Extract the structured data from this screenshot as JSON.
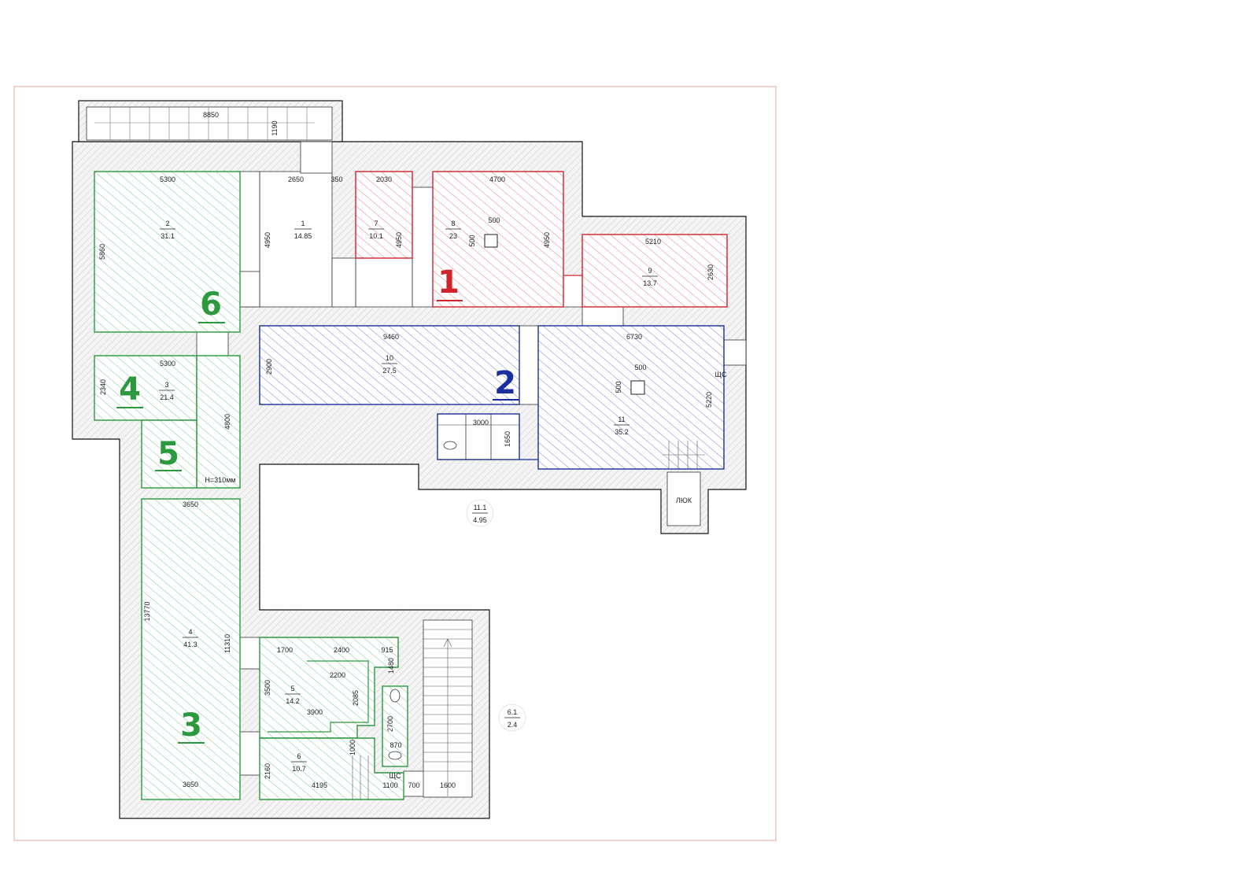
{
  "colors": {
    "zone_red": "#d0232a",
    "zone_blue": "#1b2ea0",
    "zone_green": "#2b9a3e",
    "frame": "#e8a69a"
  },
  "zones": [
    {
      "label": "1",
      "color": "#d0232a"
    },
    {
      "label": "2",
      "color": "#1b2ea0"
    },
    {
      "label": "3",
      "color": "#2b9a3e"
    },
    {
      "label": "4",
      "color": "#2b9a3e"
    },
    {
      "label": "5",
      "color": "#2b9a3e"
    },
    {
      "label": "6",
      "color": "#2b9a3e"
    }
  ],
  "rooms": [
    {
      "num": "1",
      "area": "14.85"
    },
    {
      "num": "2",
      "area": "31.1"
    },
    {
      "num": "3",
      "area": "21.4"
    },
    {
      "num": "4",
      "area": "41.3"
    },
    {
      "num": "5",
      "area": "14.2"
    },
    {
      "num": "6",
      "area": "10.7"
    },
    {
      "num": "7",
      "area": "10.1"
    },
    {
      "num": "8",
      "area": "23"
    },
    {
      "num": "9",
      "area": "13.7"
    },
    {
      "num": "10",
      "area": "27.5"
    },
    {
      "num": "11",
      "area": "35.2"
    },
    {
      "num": "11.1",
      "area": "4.95"
    },
    {
      "num": "6.1",
      "area": "2.4"
    }
  ],
  "dimensions": {
    "stair_top_width": "8850",
    "stair_top_depth": "1190",
    "r2_width": "5300",
    "r2_height": "5860",
    "r1_width": "2650",
    "r1_small": "350",
    "r1_height": "4950",
    "r7_width": "2030",
    "r7_height": "4950",
    "r8_width": "4700",
    "r8_height": "4950",
    "r8_column_a": "500",
    "r8_column_b": "500",
    "r9_width": "5210",
    "r9_height": "2630",
    "r10_width": "9460",
    "r10_height": "2900",
    "r11_width": "6730",
    "r11_height": "5220",
    "r11_column_a": "500",
    "r11_column_b": "500",
    "wc_width": "3000",
    "wc_height": "1650",
    "r3_width": "5300",
    "r3_height": "2340",
    "corridor_height": "4800",
    "level_note": "Н=310мм",
    "r4_width_top": "3650",
    "r4_height": "13770",
    "r4_width_bottom": "3650",
    "r4_side": "11310",
    "r5_a": "1700",
    "r5_b": "2400",
    "r5_c": "915",
    "r5_d": "1480",
    "r5_e": "2200",
    "r5_f": "3500",
    "r5_g": "2085",
    "r5_h": "3900",
    "r5_i": "2700",
    "r5_j": "870",
    "r6_a": "1000",
    "r6_b": "2160",
    "r6_c": "4195",
    "r6_d": "1100",
    "r6_e": "700",
    "stair_bottom_width": "1600"
  },
  "labels": {
    "hatch": "ЛЮК",
    "panel_1": "ЩС",
    "panel_2": "ЩС"
  }
}
